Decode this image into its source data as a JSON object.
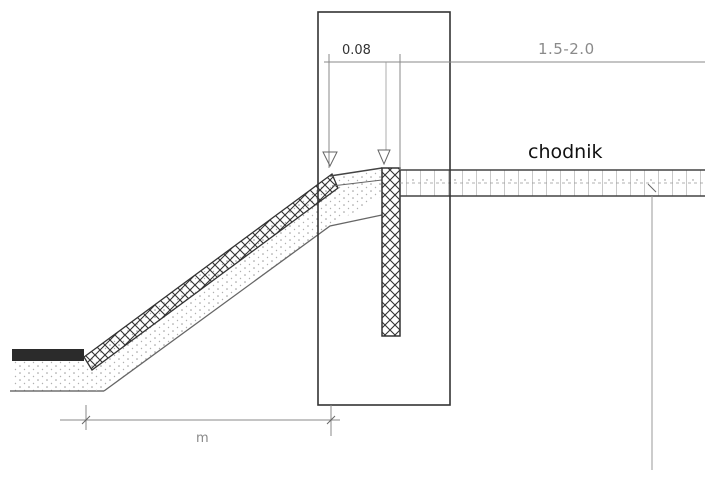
{
  "labels": {
    "side_label": "chodnik",
    "dim_top_right": "1.5-2.0",
    "dim_kerb": "0.08",
    "dim_bottom": "m"
  }
}
